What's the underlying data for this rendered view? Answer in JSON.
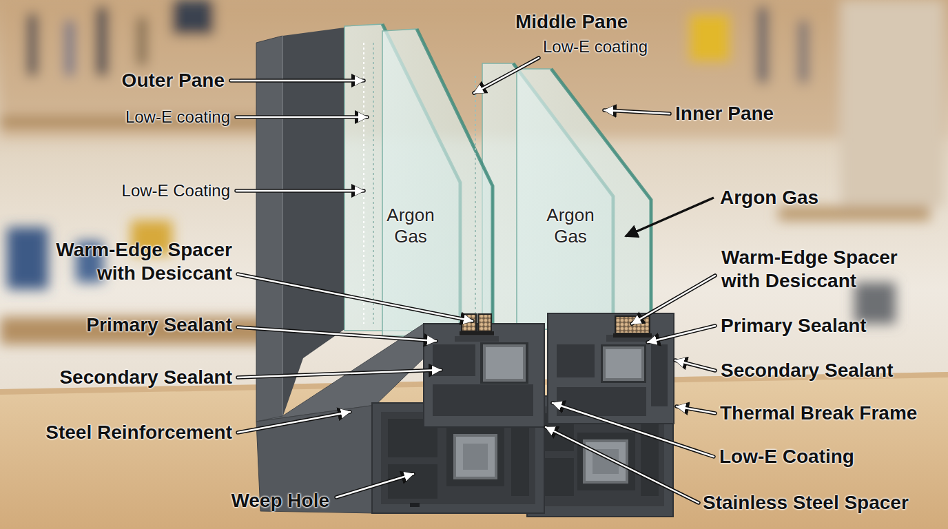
{
  "diagram": {
    "labels": [
      "Middle Pane",
      "Low-E coating",
      "Outer Pane",
      "Low-E coating",
      "Inner Pane",
      "Low-E Coating",
      "Argon Gas",
      "Argon Gas",
      "Argon Gas",
      "Warm-Edge Spacer with Desiccant",
      "Warm-Edge Spacer with Desiccant",
      "Primary Sealant",
      "Primary Sealant",
      "Secondary Sealant",
      "Secondary Sealant",
      "Thermal Break Frame",
      "Steel Reinforcement",
      "Low-E Coating",
      "Weep Hole",
      "Stainless Steel Spacer"
    ]
  }
}
